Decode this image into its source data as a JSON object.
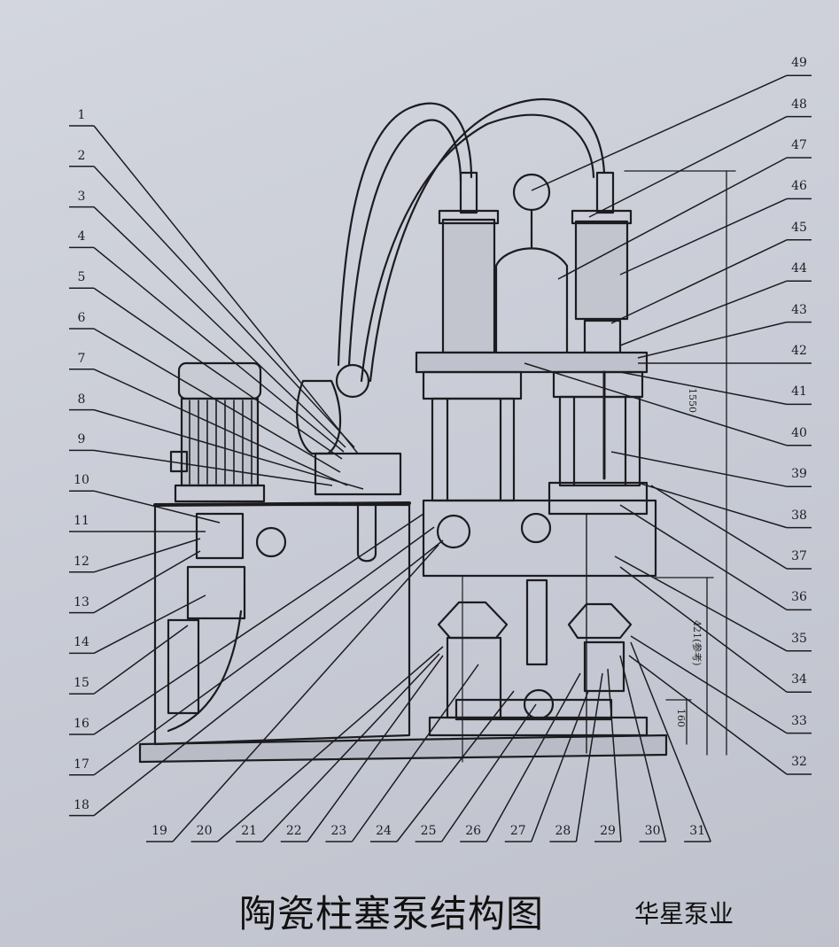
{
  "caption": "陶瓷柱塞泵结构图",
  "brand": "华星泵业",
  "dimensions": [
    "1550",
    "421(参考)",
    "160"
  ],
  "callouts_left": [
    "1",
    "2",
    "3",
    "4",
    "5",
    "6",
    "7",
    "8",
    "9",
    "10",
    "11",
    "12",
    "13",
    "14",
    "15",
    "16",
    "17",
    "18"
  ],
  "callouts_bottom": [
    "19",
    "20",
    "21",
    "22",
    "23",
    "24",
    "25",
    "26",
    "27",
    "28",
    "29",
    "30",
    "31"
  ],
  "callouts_right": [
    "32",
    "33",
    "34",
    "35",
    "36",
    "37",
    "38",
    "39",
    "40",
    "41",
    "42",
    "43",
    "44",
    "45",
    "46",
    "47",
    "48",
    "49"
  ]
}
